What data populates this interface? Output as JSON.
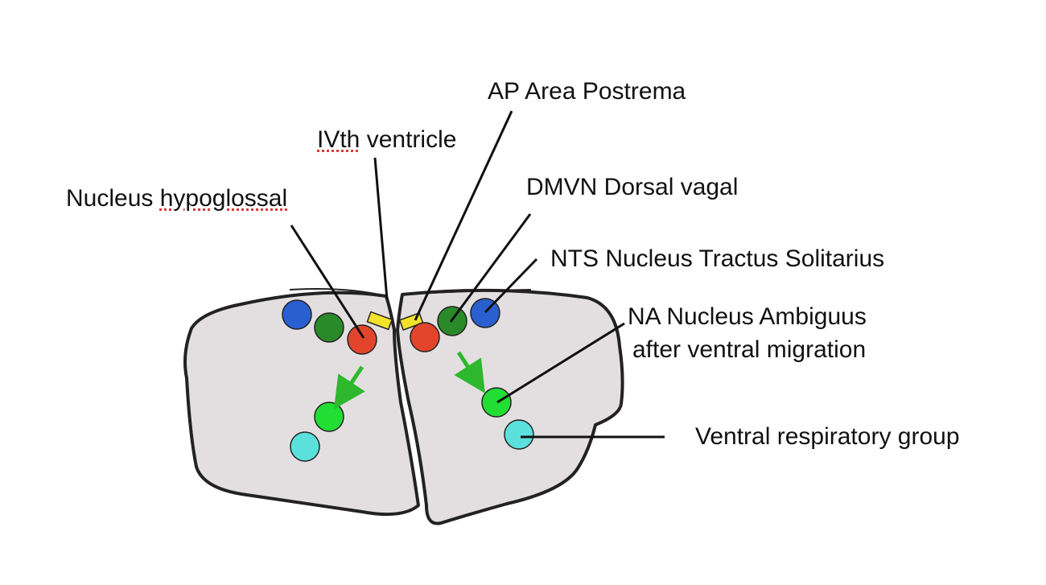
{
  "labels": {
    "area_postrema": "AP Area Postrema",
    "fourth_ventricle_prefix": "IVth",
    "fourth_ventricle_suffix": " ventricle",
    "dorsal_vagal": "DMVN Dorsal vagal",
    "hypoglossal_prefix": "Nucleus ",
    "hypoglossal_suffix": "hypoglossal",
    "nts": "NTS Nucleus Tractus Solitarius",
    "na_line1": "NA Nucleus Ambiguus",
    "na_line2": "after ventral migration",
    "vrg": "Ventral respiratory group"
  },
  "colors": {
    "tissue": "#e3dfe1",
    "outline": "#222222",
    "nts": "#2a5fcf",
    "dmvn": "#2a8a2a",
    "hypoglossal": "#e2452c",
    "nucleus_ambiguus": "#22dd33",
    "vrg": "#5ce0dc",
    "area_postrema": "#f4e22a",
    "migration_arrow": "#2db82d"
  }
}
